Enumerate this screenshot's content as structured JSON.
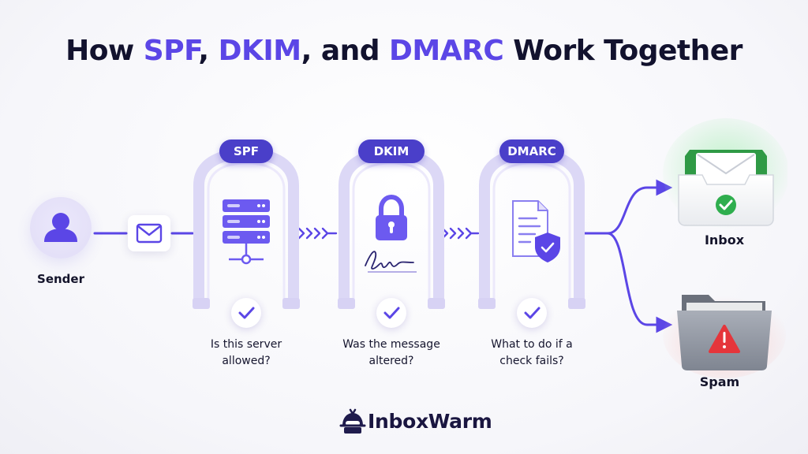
{
  "title": {
    "prefix": "How ",
    "spf": "SPF",
    "sep1": ", ",
    "dkim": "DKIM",
    "sep2": ", and ",
    "dmarc": "DMARC",
    "suffix": " Work Together"
  },
  "sender": {
    "label": "Sender"
  },
  "gates": [
    {
      "badge": "SPF",
      "question_line1": "Is this server",
      "question_line2": "allowed?"
    },
    {
      "badge": "DKIM",
      "question_line1": "Was the message",
      "question_line2": "altered?"
    },
    {
      "badge": "DMARC",
      "question_line1": "What to do if a",
      "question_line2": "check fails?"
    }
  ],
  "destinations": {
    "inbox": "Inbox",
    "spam": "Spam"
  },
  "brand": {
    "name": "InboxWarm"
  },
  "colors": {
    "accent": "#5b46e6",
    "badge": "#4a3fc9",
    "gate": "#dcd8f6",
    "success": "#2fae4e",
    "danger": "#e5353b"
  }
}
